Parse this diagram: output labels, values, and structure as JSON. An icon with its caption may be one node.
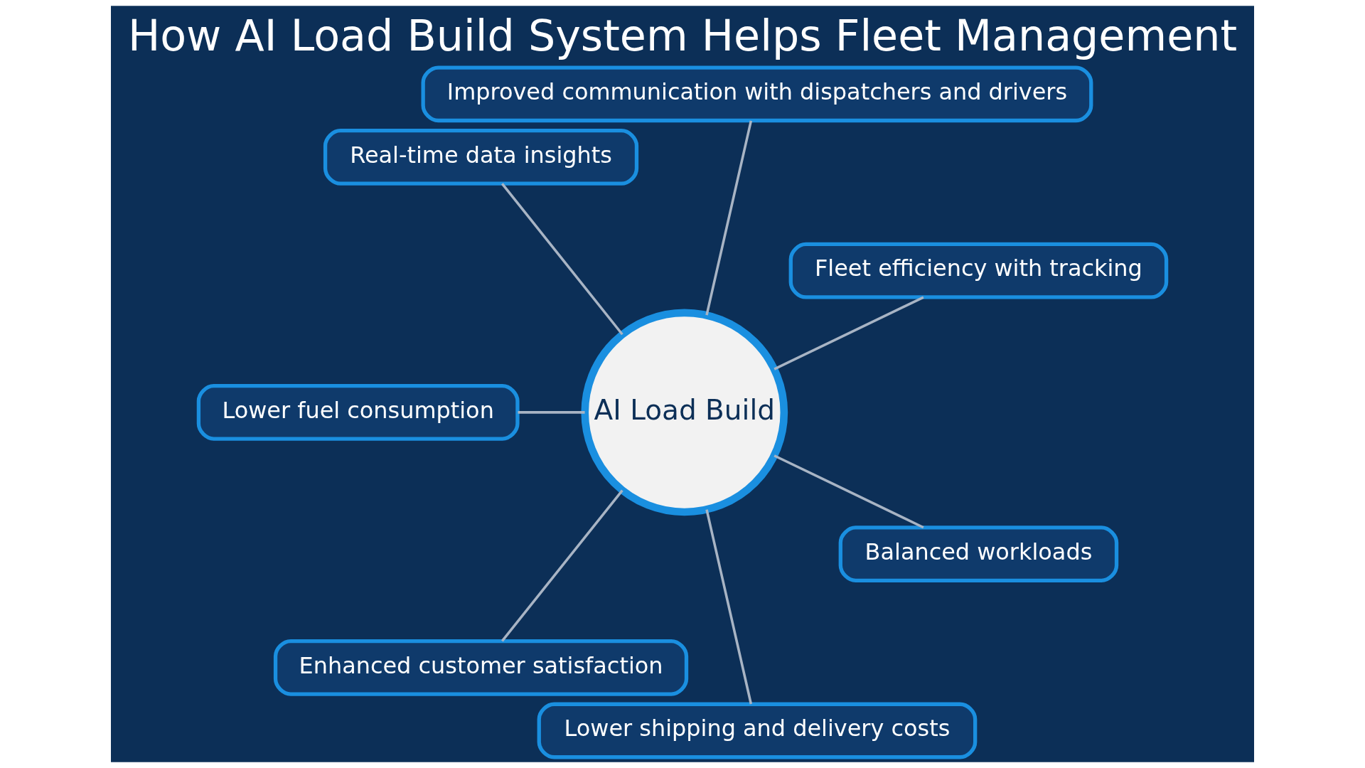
{
  "diagram": {
    "title": "How AI Load Build System Helps Fleet Management",
    "nodes": [
      {
        "text": [
          "AI Load Build"
        ]
      },
      {
        "text": [
          "Fleet efficiency with tracking"
        ]
      },
      {
        "text": [
          "Improved communication with dispatchers and drivers"
        ]
      },
      {
        "text": [
          "Real-time data insights"
        ]
      },
      {
        "text": [
          "Lower fuel consumption"
        ]
      },
      {
        "text": [
          "Enhanced customer satisfaction"
        ]
      },
      {
        "text": [
          "Lower shipping and delivery costs"
        ]
      },
      {
        "text": [
          "Balanced workloads"
        ]
      }
    ],
    "edges": [
      {
        "from": 0,
        "to": 1,
        "arrow": "none"
      },
      {
        "from": 0,
        "to": 2,
        "arrow": "none"
      },
      {
        "from": 0,
        "to": 3,
        "arrow": "none"
      },
      {
        "from": 0,
        "to": 4,
        "arrow": "none"
      },
      {
        "from": 0,
        "to": 5,
        "arrow": "none"
      },
      {
        "from": 0,
        "to": 6,
        "arrow": "none"
      },
      {
        "from": 0,
        "to": 7,
        "arrow": "none"
      }
    ]
  }
}
